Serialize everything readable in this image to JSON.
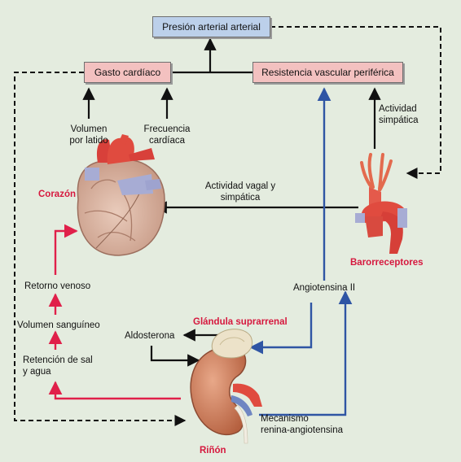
{
  "boxes": {
    "top": "Presión arterial arterial",
    "left": "Gasto cardíaco",
    "right": "Resistencia vascular periférica"
  },
  "labels": {
    "volumen_latido": [
      "Volumen",
      "por latido"
    ],
    "frecuencia": [
      "Frecuencia",
      "cardíaca"
    ],
    "actividad_simpatica": [
      "Actividad",
      "simpática"
    ],
    "actividad_vagal": [
      "Actividad vagal y",
      "simpática"
    ],
    "corazon": "Corazón",
    "barorreceptores": "Barorreceptores",
    "retorno_venoso": "Retorno venoso",
    "angiotensina": "Angiotensina II",
    "volumen_sanguineo": "Volumen sanguíneo",
    "glandula": "Glándula suprarrenal",
    "aldosterona": "Aldosterona",
    "retencion": [
      "Retención de sal",
      "y agua"
    ],
    "mecanismo": [
      "Mecanismo",
      "renina-angiotensina"
    ],
    "rinon": "Riñón"
  },
  "colors": {
    "black_arrow": "#111111",
    "blue_arrow": "#2f55a4",
    "red_arrow": "#e0204a",
    "organ_label": "#d6183e",
    "box_blue": "#bcd0ea",
    "box_pink": "#f3c1c0"
  }
}
